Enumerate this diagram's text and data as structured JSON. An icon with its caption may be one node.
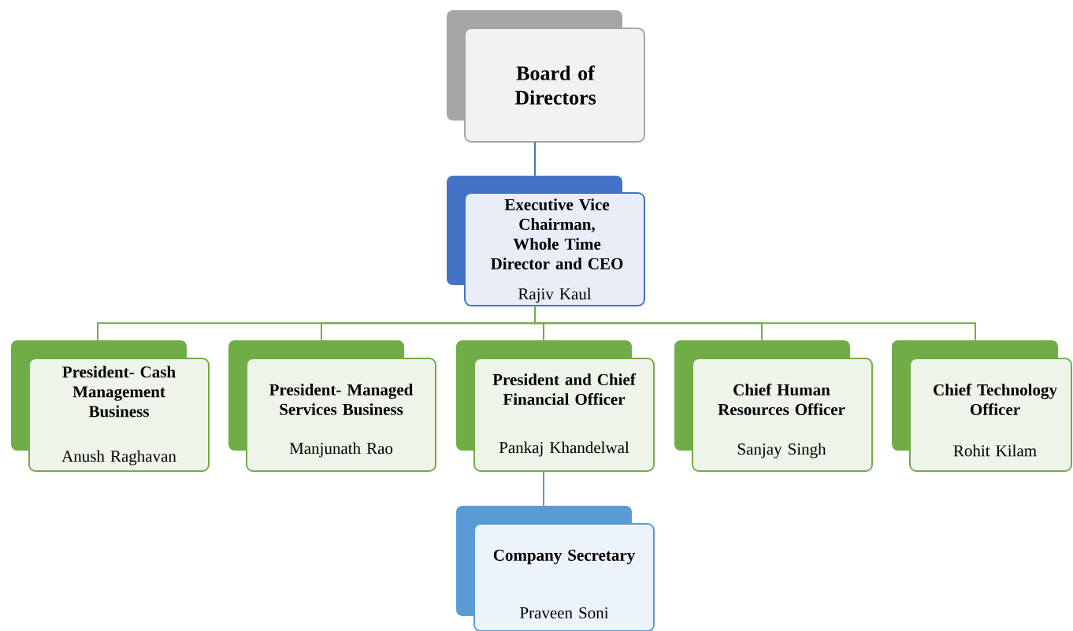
{
  "diagram": {
    "nodes": [
      {
        "text": [
          "Board of Directors"
        ]
      },
      {
        "text": [
          "Executive Vice Chairman, Whole Time Director and CEO",
          "Rajiv Kaul"
        ]
      },
      {
        "text": [
          "President- Cash Management Business",
          "Anush Raghavan"
        ]
      },
      {
        "text": [
          "President- Managed Services Business",
          "Manjunath Rao"
        ]
      },
      {
        "text": [
          "President and Chief Financial Officer",
          "Pankaj Khandelwal"
        ]
      },
      {
        "text": [
          "Chief Human Resources Officer",
          "Sanjay Singh"
        ]
      },
      {
        "text": [
          "Chief Technology Officer",
          "Rohit Kilam"
        ]
      },
      {
        "text": [
          "Company Secretary",
          "Praveen Soni"
        ]
      }
    ],
    "edges": [
      {
        "from": 0,
        "to": 1,
        "arrow": "none",
        "color": "#4472c4"
      },
      {
        "from": 1,
        "to": 2,
        "arrow": "none"
      },
      {
        "from": 1,
        "to": 3,
        "arrow": "none"
      },
      {
        "from": 1,
        "to": 4,
        "arrow": "none"
      },
      {
        "from": 1,
        "to": 5,
        "arrow": "none"
      },
      {
        "from": 1,
        "to": 6,
        "arrow": "none"
      },
      {
        "from": 4,
        "to": 7,
        "arrow": "none",
        "color": "#5b9bd5"
      }
    ]
  }
}
